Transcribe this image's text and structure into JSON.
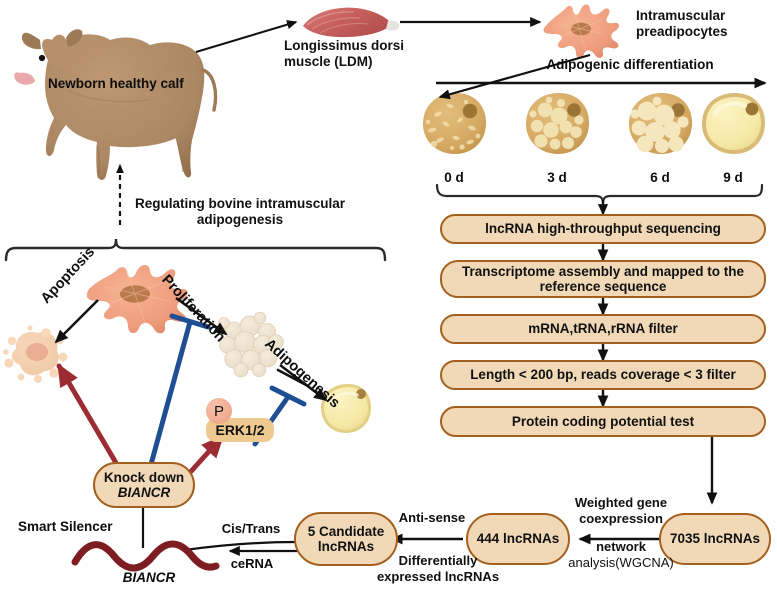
{
  "figure": {
    "title": "Regulating bovine intramuscular adipogenesis schematic",
    "colors": {
      "box_fill": "#f1d8b6",
      "box_stroke": "#a4601f",
      "arrow_black": "#111111",
      "arrow_red": "#9c2b32",
      "arrow_blue": "#1f4e93",
      "rna_dark_red": "#7d1d22",
      "calf_body": "#ac8763",
      "muscle_red": "#c9625e",
      "preadipocyte": "#ef9d7d",
      "lipid_tan": "#d8ab63",
      "lipid_pale": "#f5e9a8",
      "erk_fill": "#edc98f",
      "phospho_fill": "#f0a98c"
    }
  },
  "top": {
    "calf_label": "Newborn healthy calf",
    "muscle_label_line1": "Longissimus dorsi",
    "muscle_label_line2": "muscle (LDM)",
    "preadipocyte_label_line1": "Intramuscular",
    "preadipocyte_label_line2": "preadipocytes",
    "differentiation_label": "Adipogenic differentiation",
    "timepoints": [
      {
        "label": "0 d",
        "droplet_stage": "few tiny droplets"
      },
      {
        "label": "3 d",
        "droplet_stage": "many small droplets"
      },
      {
        "label": "6 d",
        "droplet_stage": "large droplets"
      },
      {
        "label": "9 d",
        "droplet_stage": "single unilocular droplet"
      }
    ]
  },
  "pipeline": {
    "steps": [
      "lncRNA high-throughput sequencing",
      "Transcriptome assembly and mapped to the reference sequence",
      "mRNA,tRNA,rRNA filter",
      "Length < 200 bp, reads coverage < 3 filter",
      "Protein coding potential test"
    ]
  },
  "screening": {
    "nodes": [
      {
        "id": "total",
        "label": "7035 lncRNAs"
      },
      {
        "id": "wgcna",
        "label": "444 lncRNAs"
      },
      {
        "id": "candidates",
        "label": "5 Candidate lncRNAs",
        "line1": "5 Candidate",
        "line2": "lncRNAs"
      }
    ],
    "edge_wgcna": {
      "line1": "Weighted gene",
      "line2": "coexpression",
      "line3": "network",
      "line4": "analysis(WGCNA)"
    },
    "edge_antisense": {
      "above": "Anti-sense",
      "below_line1": "Differentially",
      "below_line2": "expressed lncRNAs"
    },
    "edge_cis": {
      "above": "Cis/Trans",
      "below": "ceRNA"
    }
  },
  "mechanism": {
    "regulating_line1": "Regulating bovine intramuscular",
    "regulating_line2": "adipogenesis",
    "apoptosis_label": "Apoptosis",
    "proliferation_label": "Proliferation",
    "adipogenesis_label": "Adipogenesis",
    "erk_phospho": "P",
    "erk_label": "ERK1/2",
    "knockdown_line1": "Knock down",
    "knockdown_line2": "BIANCR",
    "smart_silencer_label": "Smart Silencer",
    "biancr_label": "BIANCR"
  }
}
